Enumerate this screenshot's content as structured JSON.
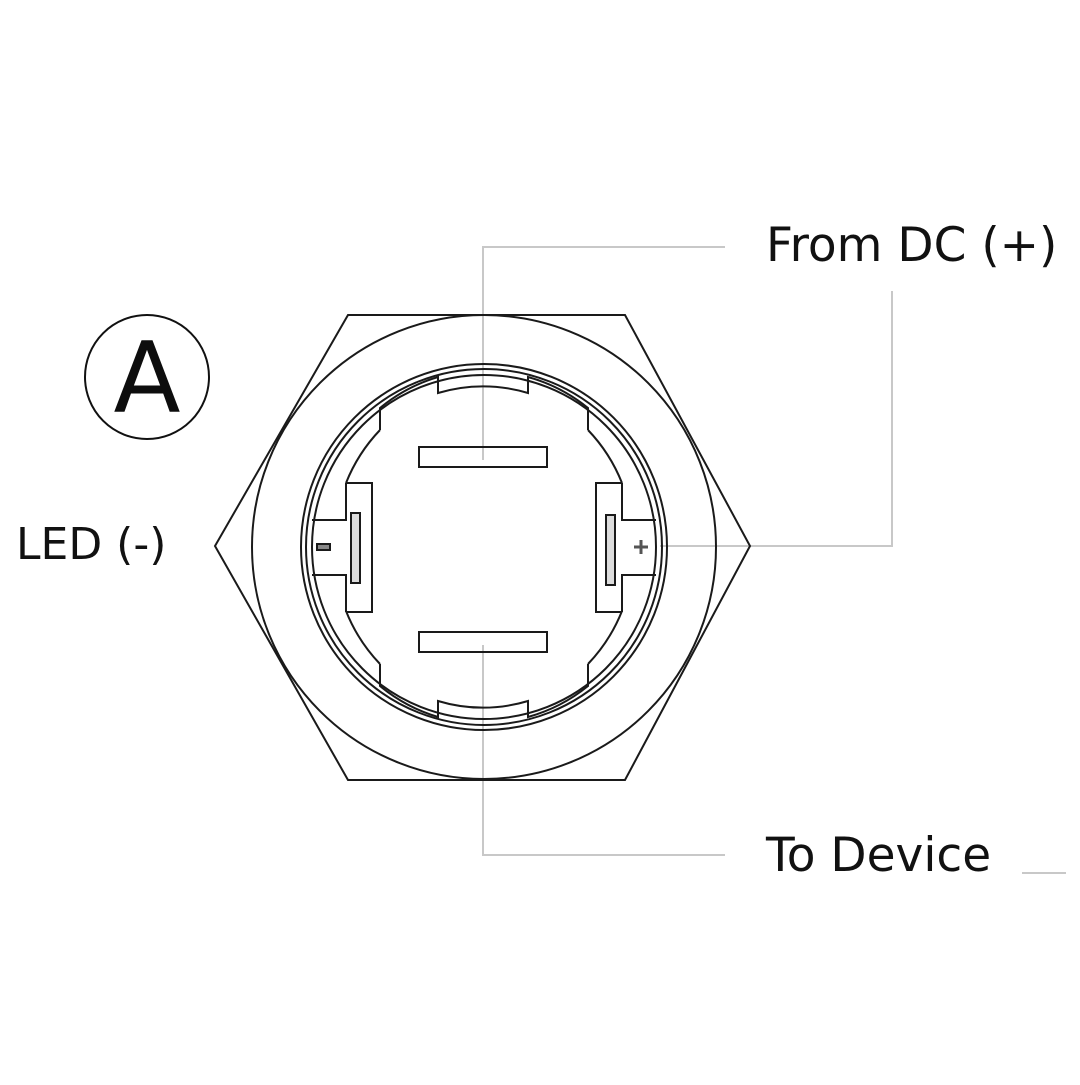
{
  "diagram": {
    "type": "wiring-diagram",
    "subject": "illuminated push-button switch rear terminal view",
    "variant_badge": "A",
    "labels": {
      "from_dc": "From DC (+)",
      "to_device": "To Device",
      "led_neg": "LED (-)"
    },
    "terminal_markings": {
      "left": "-",
      "right": "+"
    },
    "colors": {
      "outline": "#1a1a1a",
      "leader_line": "#c8c8c8",
      "text": "#111111",
      "background": "#ffffff"
    }
  }
}
